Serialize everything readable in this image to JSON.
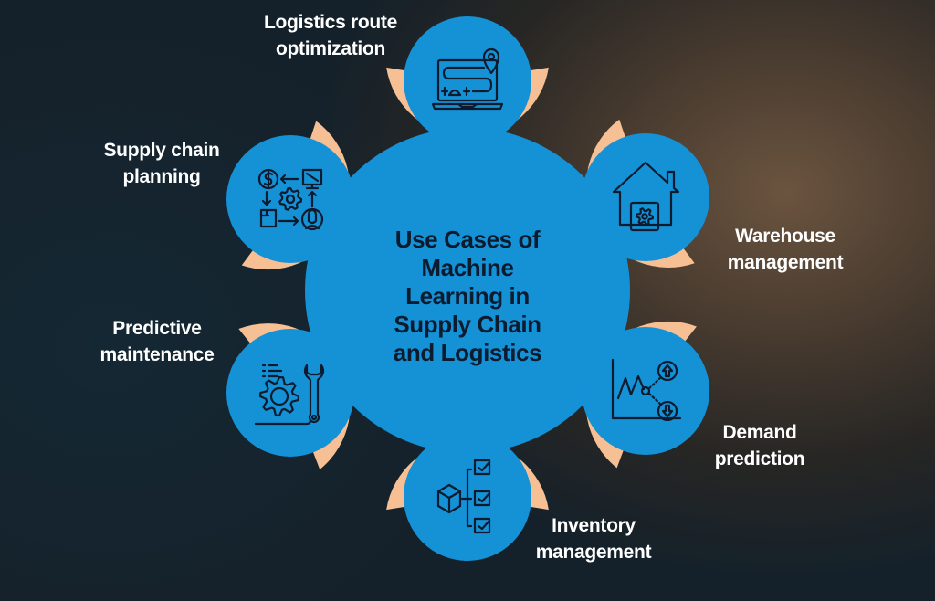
{
  "title": {
    "lines": [
      "Use Cases of",
      "Machine",
      "Learning in",
      "Supply Chain",
      "and Logistics"
    ]
  },
  "colors": {
    "blue": "#1591d6",
    "peach": "#f7bf94",
    "icon_stroke": "#0d1b2e",
    "label_text": "#ffffff",
    "title_text": "#0d1b2e"
  },
  "use_cases": [
    {
      "id": "route",
      "icon": "laptop-route-pin-icon",
      "lines": [
        "Logistics route",
        "optimization"
      ]
    },
    {
      "id": "warehouse",
      "icon": "house-gear-icon",
      "lines": [
        "Warehouse",
        "management"
      ]
    },
    {
      "id": "demand",
      "icon": "chart-up-down-icon",
      "lines": [
        "Demand",
        "prediction"
      ]
    },
    {
      "id": "inventory",
      "icon": "box-checklist-icon",
      "lines": [
        "Inventory",
        "management"
      ]
    },
    {
      "id": "maintenance",
      "icon": "gear-wrench-icon",
      "lines": [
        "Predictive",
        "maintenance"
      ]
    },
    {
      "id": "planning",
      "icon": "supply-cycle-icon",
      "lines": [
        "Supply chain",
        "planning"
      ]
    }
  ]
}
